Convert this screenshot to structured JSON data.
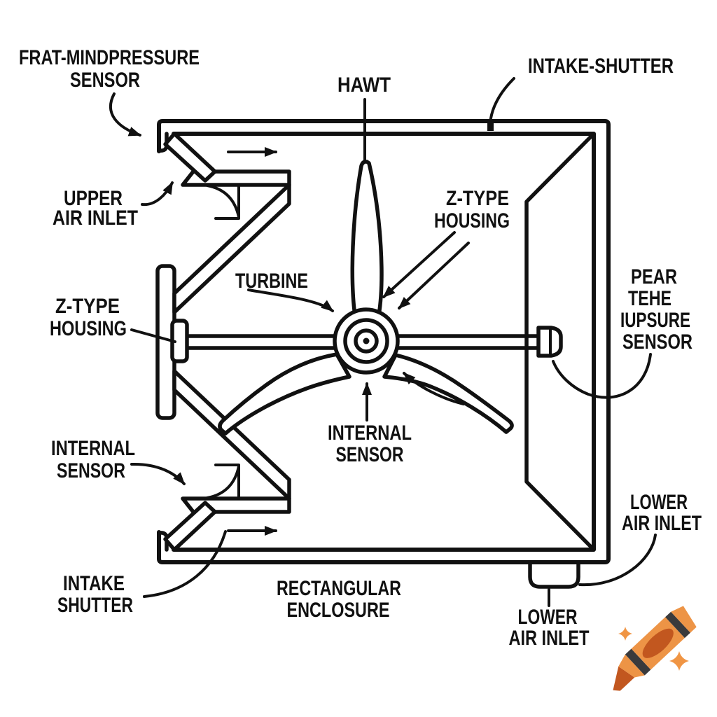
{
  "figure": {
    "type": "patent-style-technical-diagram",
    "subject": "HAWT turbine inside rectangular enclosure with intake shutters",
    "background_color": "#ffffff",
    "line_color": "#111111",
    "labels": {
      "pressure_sensor_top_left": {
        "line1": "FRAT-MINDPRESSURE",
        "line2": "SENSOR"
      },
      "hawt": {
        "line1": "HAWT"
      },
      "intake_shutter_top": {
        "line1": "INTAKE-SHUTTER"
      },
      "upper_air_inlet": {
        "line1": "UPPER",
        "line2": "AIR INLET"
      },
      "z_type_housing_left": {
        "line1": "Z-TYPE",
        "line2": "HOUSING"
      },
      "turbine": {
        "line1": "TURBINE"
      },
      "z_type_housing_center": {
        "line1": "Z-TYPE",
        "line2": "HOUSING"
      },
      "pressure_sensor_right": {
        "line1": "PEAR",
        "line2": "TEHE",
        "line3": "IUPSURE",
        "line4": "SENSOR"
      },
      "internal_sensor_left": {
        "line1": "INTERNAL",
        "line2": "SENSOR"
      },
      "internal_sensor_center": {
        "line1": "INTERNAL",
        "line2": "SENSOR"
      },
      "lower_air_inlet_right": {
        "line1": "LOWER",
        "line2": "AIR INLET"
      },
      "intake_shutter_bottom": {
        "line1": "INTAKE",
        "line2": "SHUTTER"
      },
      "rectangular_enclosure": {
        "line1": "RECTANGULAR",
        "line2": "ENCLOSURE"
      },
      "lower_air_inlet_bottom": {
        "line1": "LOWER",
        "line2": "AIR INLET"
      }
    },
    "watermark": {
      "kind": "crayon-with-sparkles",
      "body_color": "#ED9446",
      "shade_color": "#C2571F",
      "band_color": "#3A3A3C",
      "sparkle_color": "#F09544"
    }
  }
}
